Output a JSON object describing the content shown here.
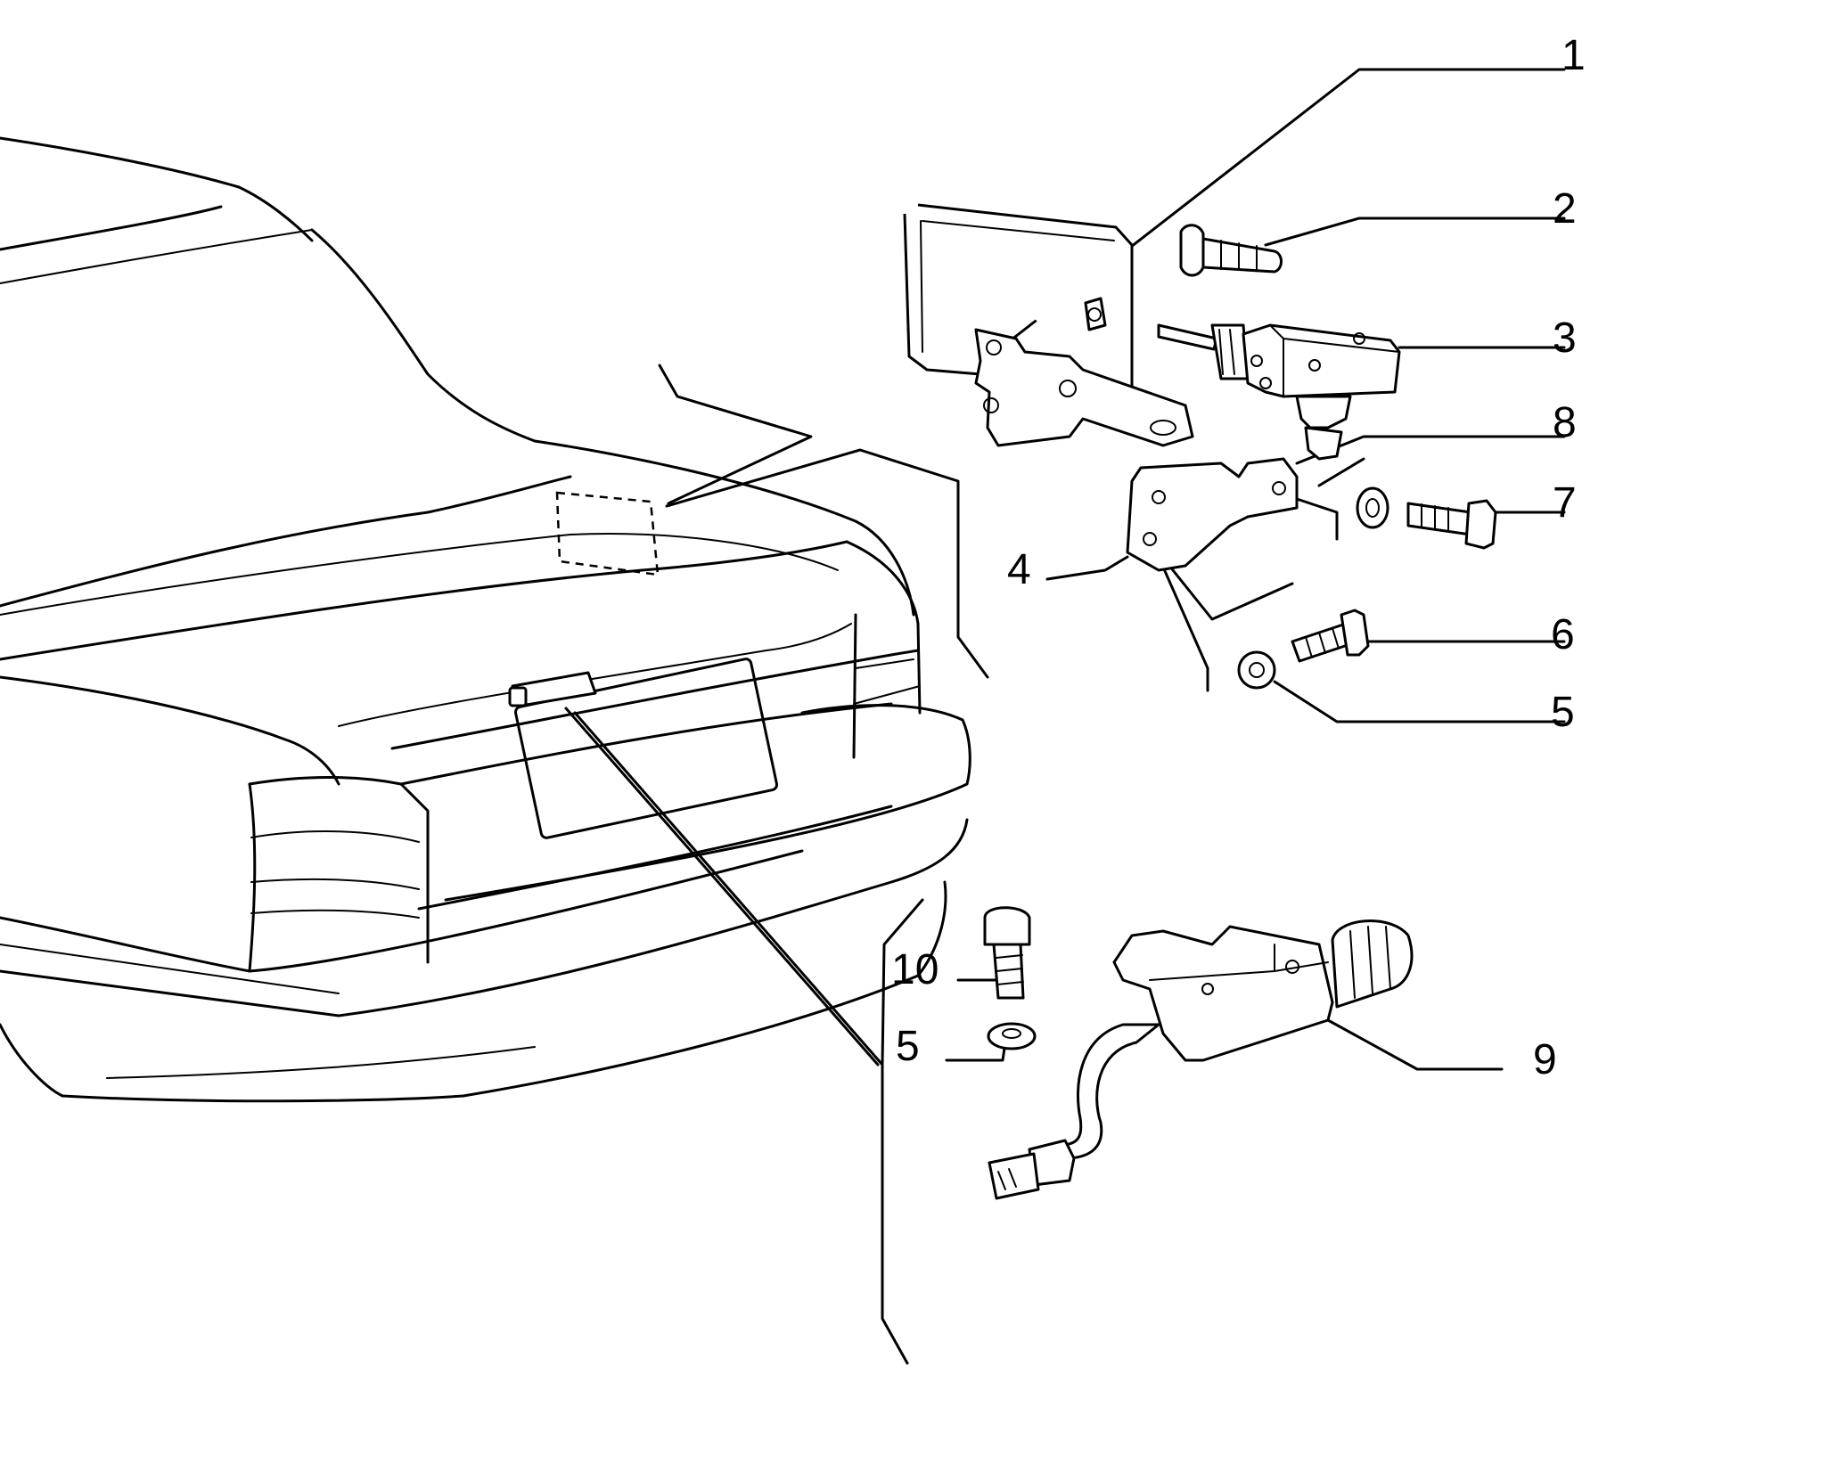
{
  "diagram": {
    "callouts": [
      {
        "id": "1",
        "text": "1"
      },
      {
        "id": "2",
        "text": "2"
      },
      {
        "id": "3",
        "text": "3"
      },
      {
        "id": "4",
        "text": "4"
      },
      {
        "id": "5a",
        "text": "5"
      },
      {
        "id": "6",
        "text": "6"
      },
      {
        "id": "7",
        "text": "7"
      },
      {
        "id": "8",
        "text": "8"
      },
      {
        "id": "9",
        "text": "9"
      },
      {
        "id": "10",
        "text": "10"
      },
      {
        "id": "5b",
        "text": "5"
      }
    ]
  }
}
